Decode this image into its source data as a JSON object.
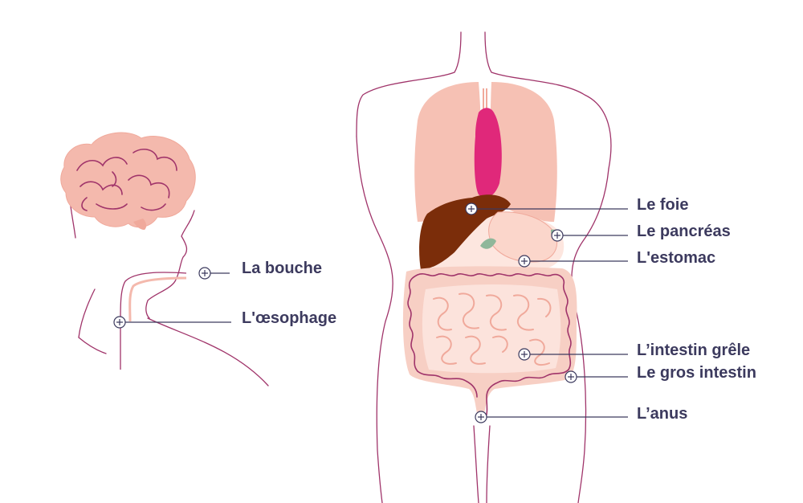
{
  "labels": {
    "mouth": "La bouche",
    "esophagus": "L'œsophage",
    "liver": "Le foie",
    "pancreas": "Le pancréas",
    "stomach": "L'estomac",
    "small_intestine": "L’intestin grêle",
    "large_intestine": "Le gros intestin",
    "anus": "L’anus"
  },
  "colors": {
    "outline": "#a0346a",
    "lung": "#f6c1b4",
    "heart": "#e0287a",
    "liver": "#7b2d0a",
    "intestine_fill": "#f7cfc4",
    "brain": "#f4b9ad",
    "leader_line": "#3c3a5e",
    "label_text": "#3c3a5e"
  }
}
